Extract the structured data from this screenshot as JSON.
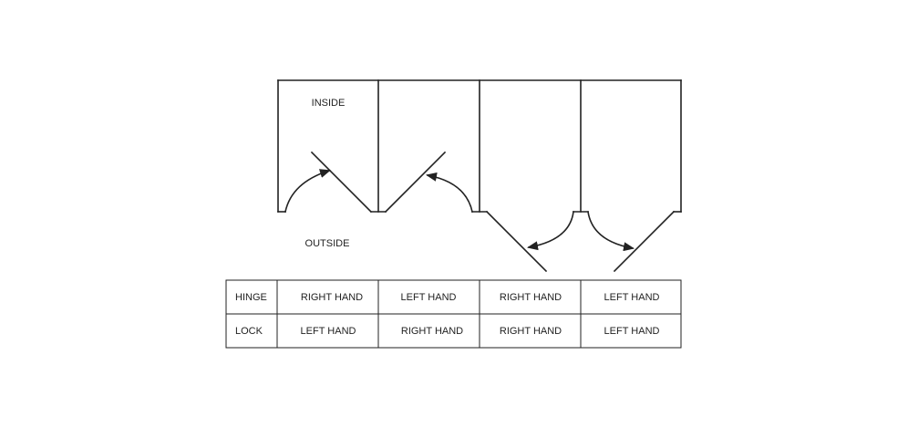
{
  "labels": {
    "inside": "INSIDE",
    "outside": "OUTSIDE"
  },
  "doors": [
    {
      "swing": "inward",
      "hinge_side": "left"
    },
    {
      "swing": "inward",
      "hinge_side": "right"
    },
    {
      "swing": "outward",
      "hinge_side": "right"
    },
    {
      "swing": "outward",
      "hinge_side": "left"
    }
  ],
  "table": {
    "rows": [
      {
        "header": "HINGE",
        "cells": [
          "RIGHT HAND",
          "LEFT HAND",
          "RIGHT HAND",
          "LEFT HAND"
        ]
      },
      {
        "header": "LOCK",
        "cells": [
          "LEFT HAND",
          "RIGHT HAND",
          "RIGHT HAND",
          "LEFT HAND"
        ]
      }
    ]
  },
  "colors": {
    "line": "#222222",
    "background": "#ffffff"
  }
}
